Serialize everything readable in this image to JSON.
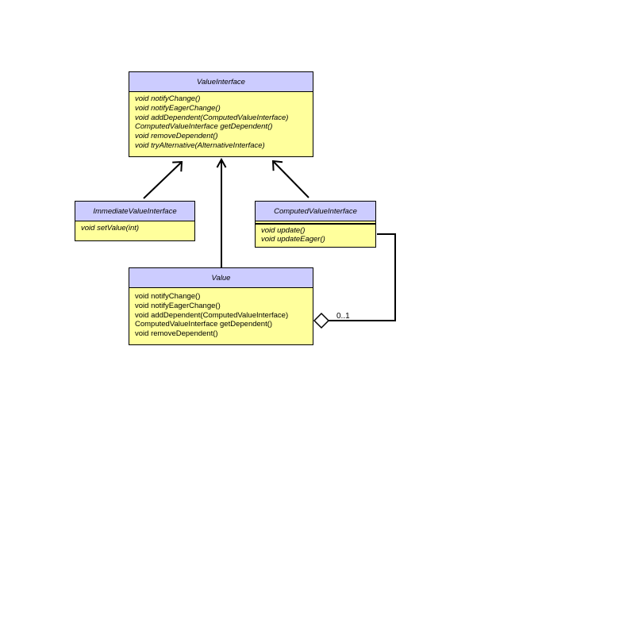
{
  "classes": {
    "value_interface": {
      "name": "ValueInterface",
      "operations": [
        "void notifyChange()",
        "void notifyEagerChange()",
        "void addDependent(ComputedValueInterface)",
        "ComputedValueInterface getDependent()",
        "void removeDependent()",
        "void tryAlternative(AlternativeInterface)"
      ]
    },
    "immediate_value_interface": {
      "name": "ImmediateValueInterface",
      "operations": [
        "void setValue(int)"
      ]
    },
    "computed_value_interface": {
      "name": "ComputedValueInterface",
      "operations": [
        "void update()",
        "void updateEager()"
      ]
    },
    "value": {
      "name": "Value",
      "operations": [
        "void notifyChange()",
        "void notifyEagerChange()",
        "void addDependent(ComputedValueInterface)",
        "ComputedValueInterface getDependent()",
        "void removeDependent()"
      ]
    }
  },
  "associations": {
    "value_to_computed": {
      "multiplicity": "0..1"
    }
  }
}
